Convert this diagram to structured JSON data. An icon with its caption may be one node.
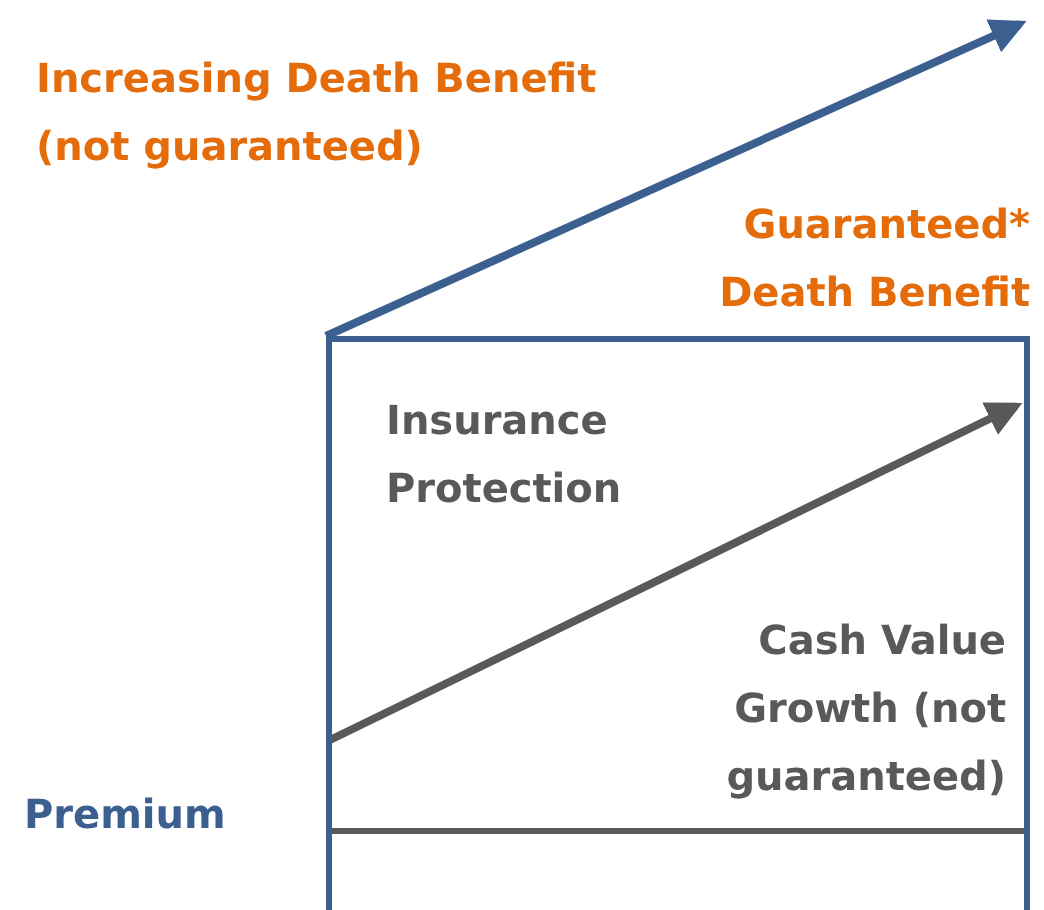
{
  "diagram": {
    "nodes": [
      {
        "text": [
          "Insurance Protection",
          "Cash Value Growth (not guaranteed)"
        ],
        "beside": [
          "Guaranteed* Death Benefit",
          "Premium"
        ]
      }
    ],
    "labels": [
      "Increasing Death Benefit (not guaranteed)"
    ]
  }
}
